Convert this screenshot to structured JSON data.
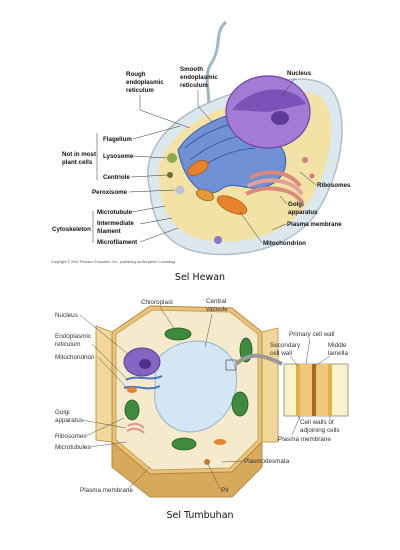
{
  "animal": {
    "caption": "Sel Hewan",
    "labels": {
      "rough_er": [
        "Rough",
        "endoplasmic",
        "reticulum"
      ],
      "smooth_er": [
        "Smooth",
        "endoplasmic",
        "reticulum"
      ],
      "nucleus": "Nucleus",
      "flagellum": "Flagellum",
      "not_in_plant": [
        "Not in most",
        "plant cells"
      ],
      "lysosome": "Lysosome",
      "centriole": "Centriole",
      "peroxisome": "Peroxisome",
      "cytoskeleton": "Cytoskeleton",
      "microtubule": "Microtubule",
      "intermediate": [
        "Intermediate",
        "filament"
      ],
      "microfilament": "Microfilament",
      "ribosomes": "Ribosomes",
      "golgi": [
        "Golgi",
        "apparatus"
      ],
      "plasma_membrane": "Plasma membrane",
      "mitochondrion": "Mitochondrion",
      "copyright": "Copyright © 2002 Pearson Education, Inc., publishing as Benjamin Cummings"
    }
  },
  "plant": {
    "caption": "Sel Tumbuhan",
    "labels": {
      "chloroplast": "Chloroplast",
      "central_vacuole": [
        "Central",
        "vacuole"
      ],
      "nucleus": "Nucleus",
      "endoplasmic": [
        "Endoplasmic",
        "reticulum"
      ],
      "mitochondrion": "Mitochondrion",
      "primary_wall": "Primary cell wall",
      "secondary_wall": [
        "Secondary",
        "cell wall"
      ],
      "middle_lamella": [
        "Middle",
        "lamella"
      ],
      "golgi": [
        "Golgi",
        "apparatus"
      ],
      "ribosomes": "Ribosomes",
      "microtubules": "Microtubules",
      "cell_walls_adjoining": [
        "Cell walls of",
        "adjoining cells"
      ],
      "plasma_membrane_right": "Plasma membrane",
      "plasmodesmata": "Plasmodesmata",
      "plasma_membrane_bottom": "Plasma membrane",
      "pit": "Pit"
    }
  },
  "colors": {
    "cell_body": "#f2e2a6",
    "membrane": "#d9e4ea",
    "er_blue": "#4d74c6",
    "nucleus_purple": "#8e5fc4",
    "mito_orange": "#e7822d",
    "golgi_salmon": "#e0958a",
    "plant_wall": "#e9c37a",
    "vacuole": "#cfe3f2",
    "chloroplast": "#3e8a3e"
  }
}
